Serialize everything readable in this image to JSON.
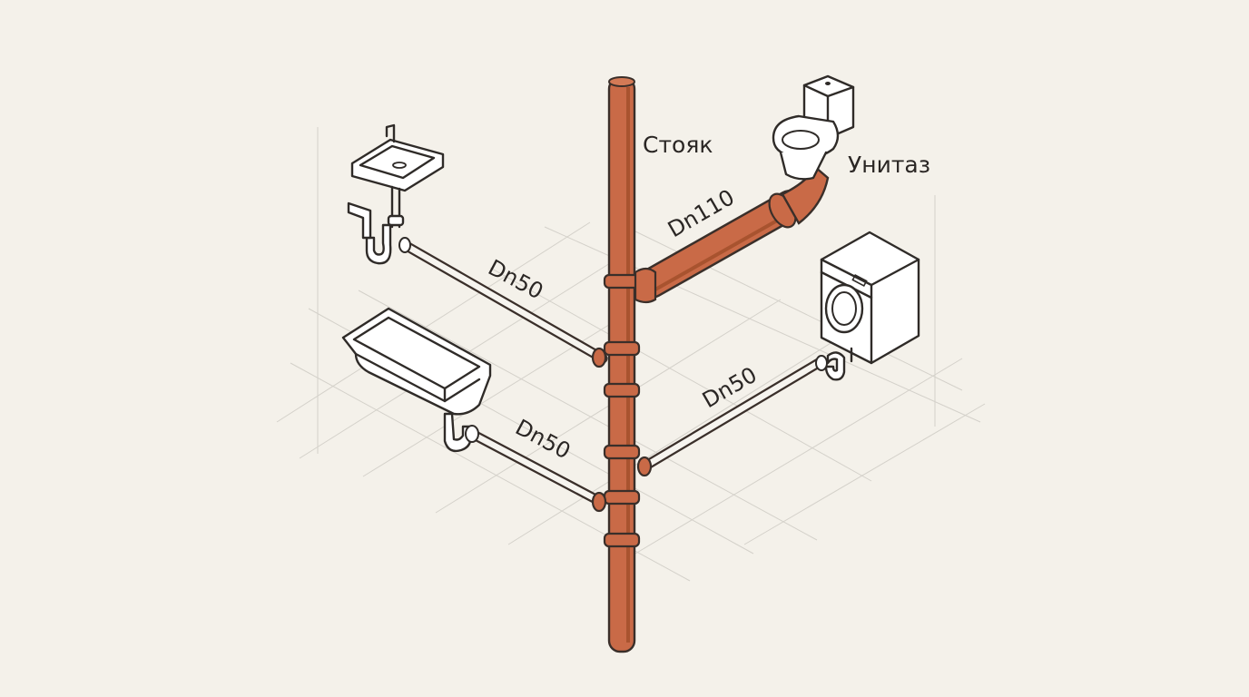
{
  "labels": {
    "riser": "Стояк",
    "toilet": "Унитаз",
    "dn110": "Dn110",
    "dn50_sink": "Dn50",
    "dn50_bath": "Dn50",
    "dn50_washer": "Dn50"
  },
  "colors": {
    "background": "#f4f1ea",
    "riser_pipe": "#c96a47",
    "riser_shadow": "#a8532f",
    "branch_pipe": "#f6f4ef",
    "outline": "#3a2f2a",
    "grid": "#d4d1ca"
  },
  "icons": [
    "sink-icon",
    "toilet-icon",
    "bathtub-icon",
    "washing-machine-icon"
  ]
}
